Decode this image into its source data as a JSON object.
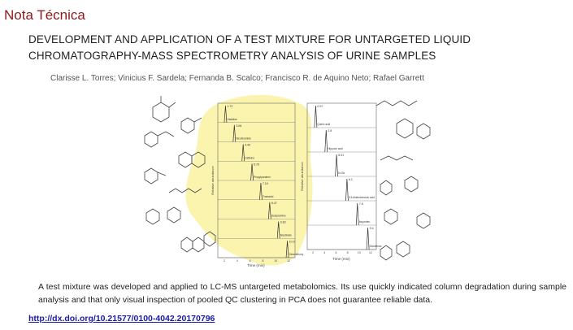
{
  "section_label": "Nota Técnica",
  "article": {
    "title": "DEVELOPMENT AND APPLICATION OF A TEST MIXTURE FOR UNTARGETED LIQUID CHROMATOGRAPHY-MASS SPECTROMETRY ANALYSIS OF URINE SAMPLES",
    "authors": "Clarisse L. Torres; Vinicius F. Sardela; Fernanda B. Scalco; Francisco R. de Aquino Neto; Rafael Garrett",
    "abstract": "A test mixture was developed and applied to LC-MS untargeted metabolomics. Its use quickly indicated column degradation during sample analysis and that only visual inspection of pooled QC clustering in PCA does not guarantee reliable data.",
    "doi_text": "http://dx.doi.org/10.21577/0100-4042.20170796"
  },
  "graphic": {
    "highlight_color": "#fbf3a6",
    "left_panel": {
      "compounds": [
        "Histidine",
        "Nicotinamide",
        "Caffeine",
        "Propylparaben",
        "Tramadol",
        "Desipramine",
        "Nicotinate",
        "Desmethoxy"
      ],
      "labels": [
        "1.72",
        "3.06",
        "4.40",
        "5.76",
        "7.10",
        "8.47",
        "9.83",
        "10.9"
      ],
      "tick_labels": [
        "2",
        "4",
        "6",
        "8",
        "10",
        "12"
      ],
      "x_axis_label": "Time (min)",
      "y_axis_label": "Relative abundance"
    },
    "right_panel": {
      "compounds": [
        "Quinic acid",
        "Hippuric acid",
        "N-Glc",
        "3,5-dinitrobenzoic acid",
        "Ibuprofen",
        "Diclofenac"
      ],
      "labels": [
        "0.97",
        "2.8",
        "5.01",
        "6.1",
        "7.8",
        "9.4"
      ],
      "tick_labels": [
        "2",
        "4",
        "6",
        "8",
        "10",
        "12"
      ],
      "x_axis_label": "Time (min)",
      "y_axis_label": "Relative abundance"
    }
  }
}
